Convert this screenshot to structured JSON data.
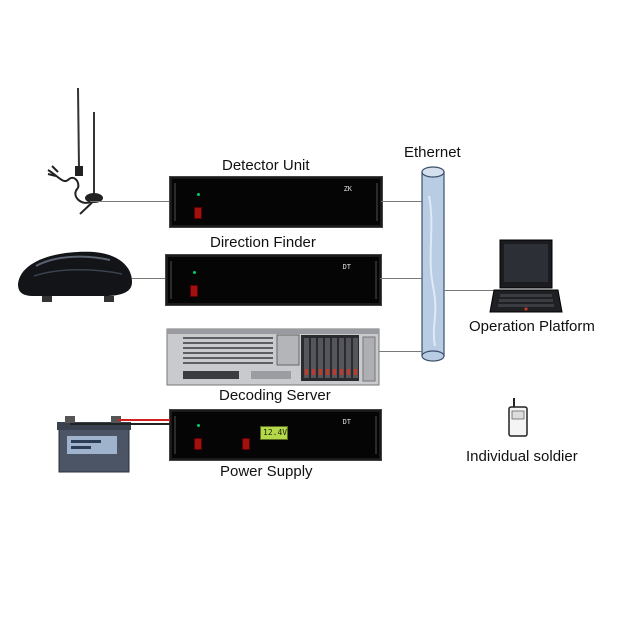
{
  "labels": {
    "detector_unit": "Detector Unit",
    "direction_finder": "Direction Finder",
    "decoding_server": "Decoding  Server",
    "power_supply": "Power Supply",
    "ethernet": "Ethernet",
    "operation_platform": "Operation Platform",
    "individual_soldier": "Individual soldier"
  },
  "panels": {
    "detector_tag": "ZK",
    "direction_tag": "DT",
    "power_tag": "DT",
    "power_display": "12.4V"
  },
  "colors": {
    "ethernet_pipe": "#b8cce4",
    "ethernet_outline": "#3a4f6b",
    "unit_body": "#050505",
    "display_green": "#b4d84a",
    "switch_red": "#a31010",
    "battery_wire_red": "#d02020"
  },
  "icons": [
    "antenna-icon",
    "vehicle-antenna-icon",
    "laptop-icon",
    "radio-handset-icon",
    "battery-icon",
    "rack-server-icon"
  ]
}
